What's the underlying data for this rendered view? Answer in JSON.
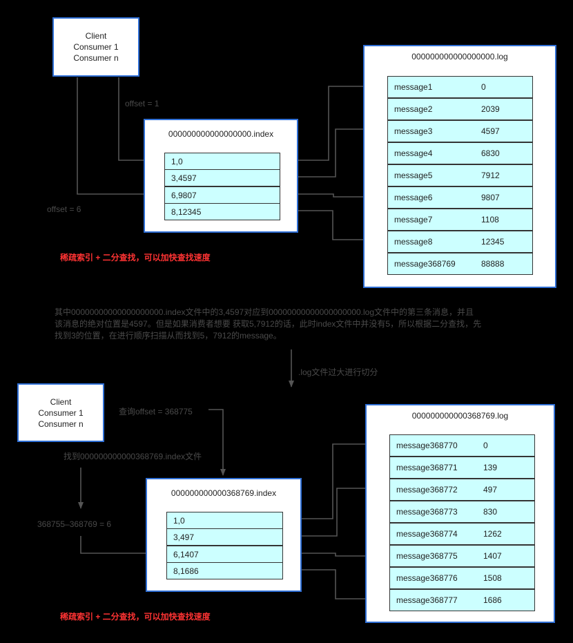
{
  "top": {
    "client_lines": [
      "Client",
      "Consumer 1",
      "Consumer n"
    ],
    "offset1_label": "offset = 1",
    "offset6_label": "offset = 6",
    "index_title": "000000000000000000.index",
    "index_entries": [
      "1,0",
      "3,4597",
      "6,9807",
      "8,12345"
    ],
    "log_title": "000000000000000000.log",
    "log_entries": [
      {
        "name": "message1",
        "pos": "0"
      },
      {
        "name": "message2",
        "pos": "2039"
      },
      {
        "name": "message3",
        "pos": "4597"
      },
      {
        "name": "message4",
        "pos": "6830"
      },
      {
        "name": "message5",
        "pos": "7912"
      },
      {
        "name": "message6",
        "pos": "9807"
      },
      {
        "name": "message7",
        "pos": "1108"
      },
      {
        "name": "message8",
        "pos": "12345"
      },
      {
        "name": "message368769",
        "pos": "88888"
      }
    ],
    "note": "稀疏索引 + 二分查找，可以加快查找速度"
  },
  "explanation": [
    "其中00000000000000000000.index文件中的3,4597对应到00000000000000000000.log文件中的第三条消息，并且",
    "该消息的绝对位置是4597。但是如果消费者想要 获取5,7912的话，此时index文件中并没有5，所以根据二分查找，先",
    "找到3的位置，在进行顺序扫描从而找到5，7912的message。"
  ],
  "split_label": ".log文件过大进行切分",
  "bottom": {
    "client_lines": [
      "Client",
      "Consumer 1",
      "Consumer n"
    ],
    "query_label": "查询offset = 368775",
    "find_label": "找到000000000000368769.index文件",
    "calc_label": "368755–368769 = 6",
    "index_title": "000000000000368769.index",
    "index_entries": [
      "1,0",
      "3,497",
      "6,1407",
      "8,1686"
    ],
    "log_title": "000000000000368769.log",
    "log_entries": [
      {
        "name": "message368770",
        "pos": "0"
      },
      {
        "name": "message368771",
        "pos": "139"
      },
      {
        "name": "message368772",
        "pos": "497"
      },
      {
        "name": "message368773",
        "pos": "830"
      },
      {
        "name": "message368774",
        "pos": "1262"
      },
      {
        "name": "message368775",
        "pos": "1407"
      },
      {
        "name": "message368776",
        "pos": "1508"
      },
      {
        "name": "message368777",
        "pos": "1686"
      }
    ],
    "note": "稀疏索引 + 二分查找，可以加快查找速度"
  },
  "colors": {
    "background": "#000000",
    "box_border": "#2f6fd6",
    "cell_fill": "#ccffff",
    "note_red": "#ff3333",
    "arrow_gray": "#555555"
  }
}
